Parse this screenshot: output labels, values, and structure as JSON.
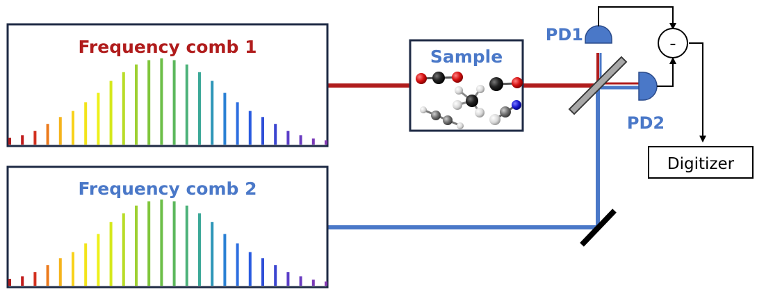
{
  "comb1": {
    "title": "Frequency comb 1",
    "title_color": "#b01c1c"
  },
  "comb2": {
    "title": "Frequency comb 2",
    "title_color": "#4a78c8"
  },
  "sample": {
    "label": "Sample",
    "label_color": "#4a78c8"
  },
  "pd1": {
    "label": "PD1",
    "color": "#4a78c8"
  },
  "pd2": {
    "label": "PD2",
    "color": "#4a78c8"
  },
  "subtractor": {
    "symbol": "-"
  },
  "digitizer": {
    "label": "Digitizer"
  },
  "beam_colors": {
    "comb1": "#b01c1c",
    "comb2": "#4a78c8"
  },
  "comb_teeth": {
    "relative_heights": [
      0.08,
      0.11,
      0.16,
      0.24,
      0.32,
      0.39,
      0.49,
      0.6,
      0.74,
      0.84,
      0.93,
      0.98,
      1.0,
      0.98,
      0.93,
      0.84,
      0.74,
      0.6,
      0.49,
      0.39,
      0.32,
      0.24,
      0.16,
      0.11,
      0.07,
      0.05
    ],
    "colors": [
      "#b01c1c",
      "#c01a1a",
      "#d2301e",
      "#ec7a1c",
      "#f5b41c",
      "#f8d21c",
      "#f2e41a",
      "#eef01a",
      "#d6e81c",
      "#b8dc26",
      "#9ed032",
      "#80c63c",
      "#6cbe48",
      "#5cb85c",
      "#4cb27a",
      "#3ca898",
      "#2e96b8",
      "#2a80d4",
      "#2c6ee0",
      "#2a5ce0",
      "#2e4ed8",
      "#3a44d0",
      "#5a3ec8",
      "#6a3cc0",
      "#7a3ab8",
      "#8438b2"
    ]
  }
}
